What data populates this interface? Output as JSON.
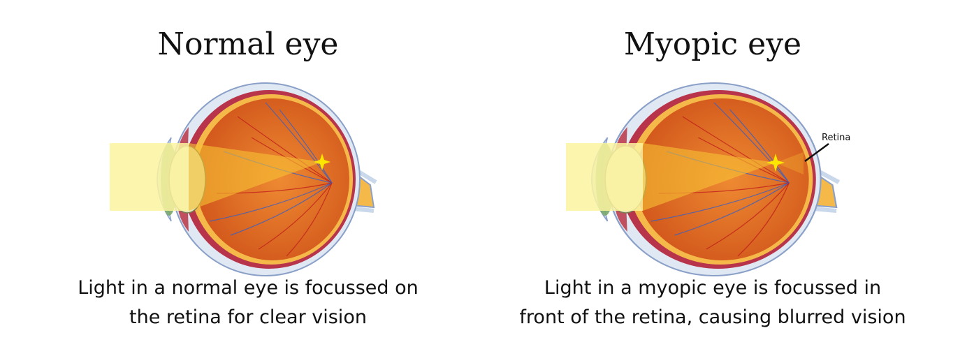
{
  "normal": {
    "title": "Normal eye",
    "caption_line1": "Light in a normal eye is focussed on",
    "caption_line2": "the retina for clear vision"
  },
  "myopic": {
    "title": "Myopic eye",
    "caption_line1": "Light in a myopic eye is focussed in",
    "caption_line2": "front of the retina, causing blurred vision",
    "retina_label": "Retina"
  },
  "colors": {
    "sclera": "#dfe8f3",
    "choroid": "#b8344a",
    "retina": "#f5b94a",
    "vitreous": "#e2702a",
    "light": "#fbf3a0",
    "focus": "#ffe600"
  }
}
